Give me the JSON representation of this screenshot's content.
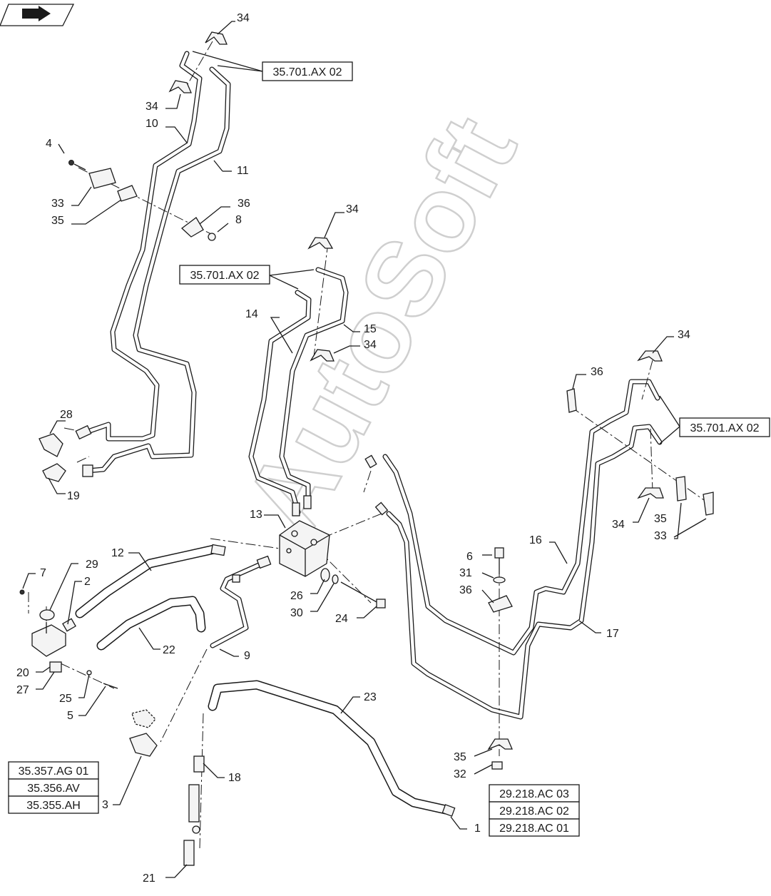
{
  "watermark": "AutoSoft",
  "icons": {
    "corner": "right-arrow-icon"
  },
  "callouts": [
    {
      "id": "c34a",
      "label": "34"
    },
    {
      "id": "c34b",
      "label": "34"
    },
    {
      "id": "c10",
      "label": "10"
    },
    {
      "id": "c11",
      "label": "11"
    },
    {
      "id": "c4",
      "label": "4"
    },
    {
      "id": "c33a",
      "label": "33"
    },
    {
      "id": "c35a",
      "label": "35"
    },
    {
      "id": "c36a",
      "label": "36"
    },
    {
      "id": "c8",
      "label": "8"
    },
    {
      "id": "c34c",
      "label": "34"
    },
    {
      "id": "c14",
      "label": "14"
    },
    {
      "id": "c15",
      "label": "15"
    },
    {
      "id": "c34d",
      "label": "34"
    },
    {
      "id": "c34e",
      "label": "34"
    },
    {
      "id": "c36b",
      "label": "36"
    },
    {
      "id": "c28",
      "label": "28"
    },
    {
      "id": "c19",
      "label": "19"
    },
    {
      "id": "c13",
      "label": "13"
    },
    {
      "id": "c34f",
      "label": "34"
    },
    {
      "id": "c35b",
      "label": "35"
    },
    {
      "id": "c33b",
      "label": "33"
    },
    {
      "id": "c16",
      "label": "16"
    },
    {
      "id": "c6",
      "label": "6"
    },
    {
      "id": "c31",
      "label": "31"
    },
    {
      "id": "c36c",
      "label": "36"
    },
    {
      "id": "c12",
      "label": "12"
    },
    {
      "id": "c7",
      "label": "7"
    },
    {
      "id": "c29",
      "label": "29"
    },
    {
      "id": "c2",
      "label": "2"
    },
    {
      "id": "c26",
      "label": "26"
    },
    {
      "id": "c30",
      "label": "30"
    },
    {
      "id": "c24",
      "label": "24"
    },
    {
      "id": "c17",
      "label": "17"
    },
    {
      "id": "c22",
      "label": "22"
    },
    {
      "id": "c9",
      "label": "9"
    },
    {
      "id": "c20",
      "label": "20"
    },
    {
      "id": "c27",
      "label": "27"
    },
    {
      "id": "c25",
      "label": "25"
    },
    {
      "id": "c5",
      "label": "5"
    },
    {
      "id": "c23",
      "label": "23"
    },
    {
      "id": "c18",
      "label": "18"
    },
    {
      "id": "c3",
      "label": "3"
    },
    {
      "id": "c35c",
      "label": "35"
    },
    {
      "id": "c32",
      "label": "32"
    },
    {
      "id": "c1",
      "label": "1"
    },
    {
      "id": "c21",
      "label": "21"
    }
  ],
  "refs": {
    "top": "35.701.AX 02",
    "middle": "35.701.AX 02",
    "right": "35.701.AX 02",
    "left_stack": [
      "35.357.AG 01",
      "35.356.AV",
      "35.355.AH"
    ],
    "right_stack": [
      "29.218.AC 03",
      "29.218.AC 02",
      "29.218.AC 01"
    ]
  }
}
